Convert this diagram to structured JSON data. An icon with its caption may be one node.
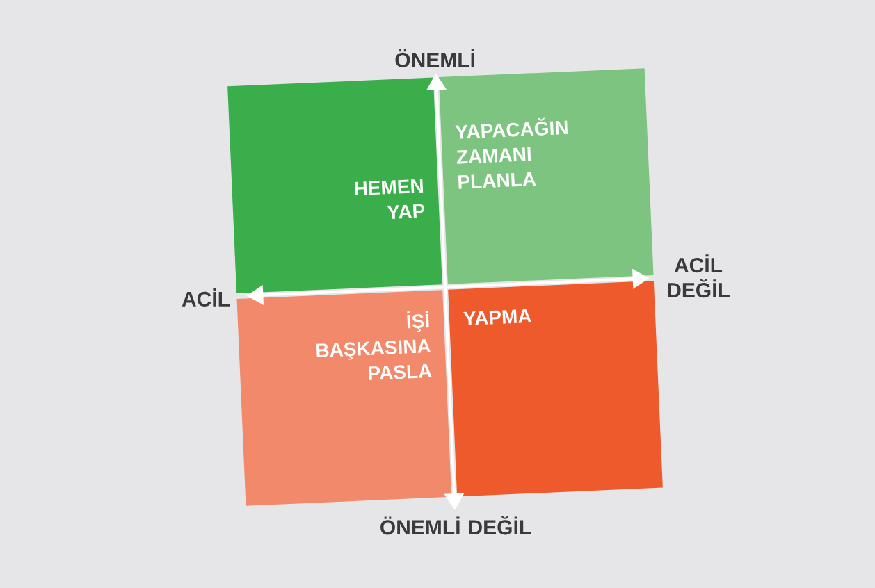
{
  "diagram": {
    "nodes": [
      {
        "text": [
          "HEMEN YAP"
        ]
      },
      {
        "text": [
          "YAPACAĞIN ZAMANI PLANLA"
        ]
      },
      {
        "text": [
          "İŞİ BAŞKASINA PASLA"
        ]
      },
      {
        "text": [
          "YAPMA"
        ]
      },
      {
        "text": [
          "ÖNEMLİ"
        ]
      },
      {
        "text": [
          "ACİL DEĞİL"
        ]
      },
      {
        "text": [
          "ACİL"
        ]
      },
      {
        "text": [
          "ÖNEMLİ DEĞİL"
        ]
      }
    ],
    "edges": [
      {
        "from": 7,
        "to": 4,
        "arrow": "both"
      },
      {
        "from": 6,
        "to": 5,
        "arrow": "both"
      }
    ]
  }
}
